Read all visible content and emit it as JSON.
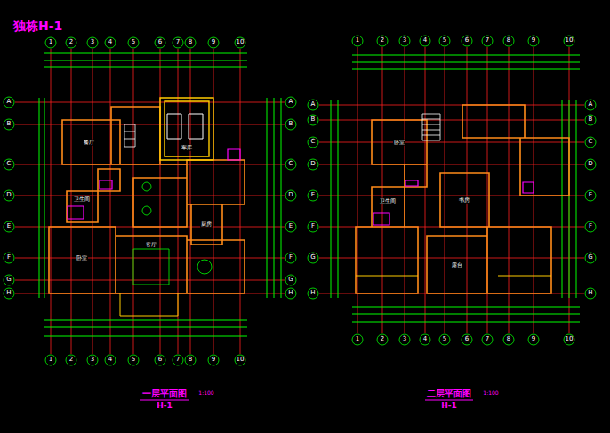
{
  "diagram": {
    "title": "独栋H-1",
    "labels": [
      "一层平面图",
      "1:100",
      "H-1",
      "二层平面图",
      "1:100",
      "H-1",
      "车库",
      "餐厅",
      "客厅",
      "卧室",
      "卫生间",
      "厨房",
      "卧室",
      "卫生间",
      "书房",
      "露台",
      "1",
      "2",
      "3",
      "4",
      "5",
      "6",
      "7",
      "8",
      "9",
      "10",
      "1",
      "2",
      "3",
      "4",
      "5",
      "6",
      "7",
      "8",
      "9",
      "10",
      "A",
      "B",
      "C",
      "D",
      "E",
      "F",
      "G",
      "H",
      "A",
      "B",
      "C",
      "D",
      "E",
      "F",
      "G",
      "H",
      "1",
      "2",
      "3",
      "4",
      "5",
      "6",
      "7",
      "8",
      "9",
      "10",
      "1",
      "2",
      "3",
      "4",
      "5",
      "6",
      "7",
      "8",
      "9",
      "10",
      "A",
      "B",
      "C",
      "D",
      "E",
      "F",
      "G",
      "H",
      "A",
      "B",
      "C",
      "D",
      "E",
      "F",
      "G",
      "H"
    ]
  }
}
